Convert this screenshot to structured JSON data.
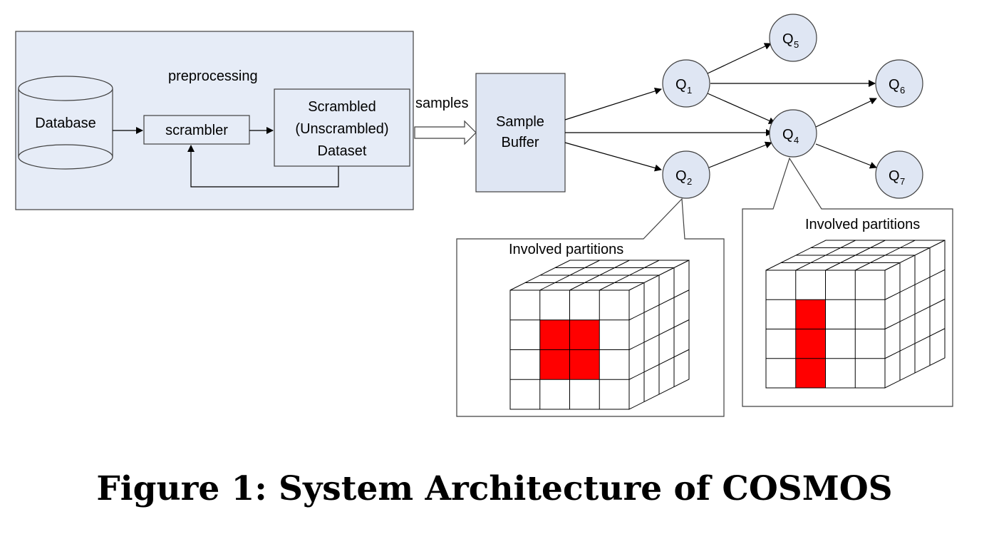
{
  "diagram": {
    "preprocessing_label": "preprocessing",
    "database_label": "Database",
    "scrambler_label": "scrambler",
    "dataset_lines": [
      "Scrambled",
      "(Unscrambled)",
      "Dataset"
    ],
    "samples_label": "samples",
    "buffer_lines": [
      "Sample",
      "Buffer"
    ],
    "queries": [
      {
        "id": "q1",
        "letter": "Q",
        "sub": "1"
      },
      {
        "id": "q2",
        "letter": "Q",
        "sub": "2"
      },
      {
        "id": "q4",
        "letter": "Q",
        "sub": "4"
      },
      {
        "id": "q5",
        "letter": "Q",
        "sub": "5"
      },
      {
        "id": "q6",
        "letter": "Q",
        "sub": "6"
      },
      {
        "id": "q7",
        "letter": "Q",
        "sub": "7"
      }
    ],
    "partitions_left_label": "Involved partitions",
    "partitions_right_label": "Involved partitions",
    "colors": {
      "panel_fill": "#e6ecf7",
      "node_fill": "#dfe6f3",
      "stroke": "#404040",
      "highlight": "#ff0000"
    }
  },
  "caption": "Figure 1: System Architecture of COSMOS"
}
